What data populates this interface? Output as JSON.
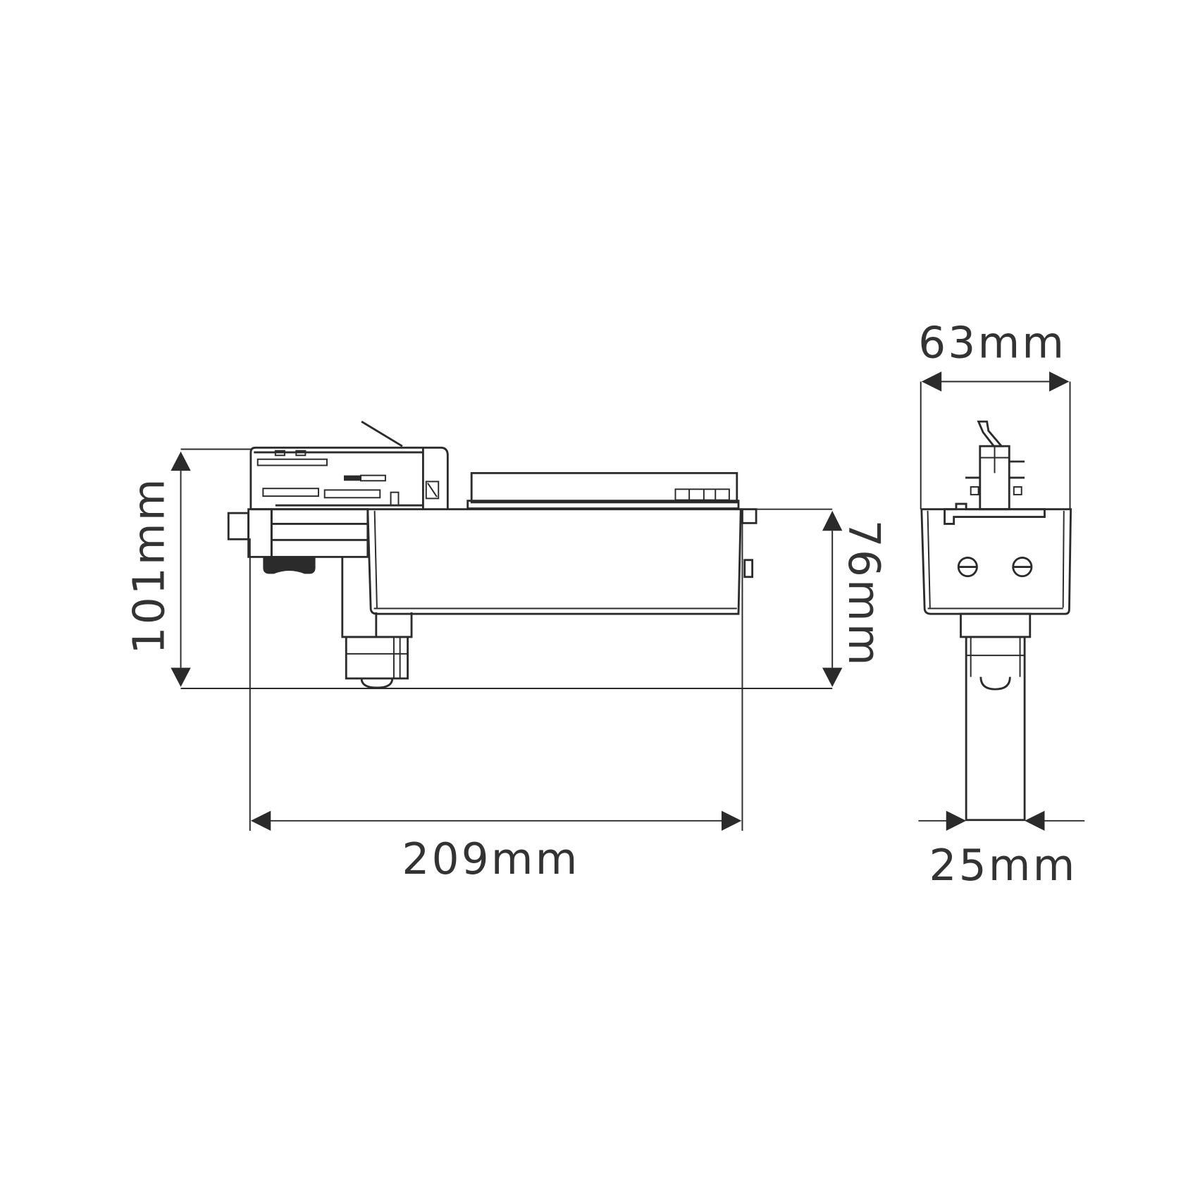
{
  "drawing": {
    "colors": {
      "line": "#2b2b2b",
      "background": "#ffffff"
    },
    "side_view": {
      "width_label": "209mm",
      "height_label": "101mm",
      "body_height_label": "76mm"
    },
    "front_view": {
      "width_label": "63mm",
      "stem_width_label": "25mm"
    }
  }
}
